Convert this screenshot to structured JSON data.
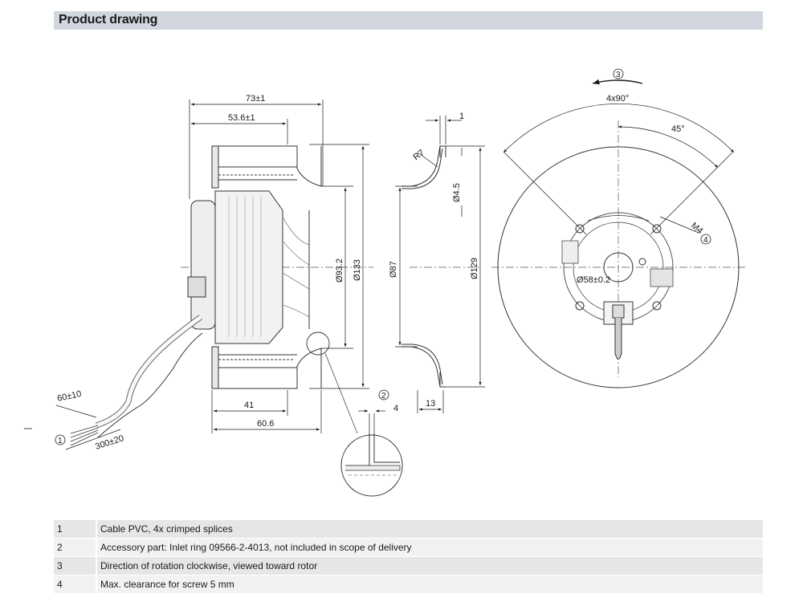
{
  "header": {
    "title": "Product drawing"
  },
  "drawing": {
    "dims": {
      "d73": "73±1",
      "d53_6": "53.6±1",
      "d41": "41",
      "d60_6": "60.6",
      "d93_2": "Ø93.2",
      "d133": "Ø133",
      "d87": "Ø87",
      "d129": "Ø129",
      "d1": "1",
      "r7": "R7",
      "d4_5": "Ø4.5",
      "d13": "13",
      "d4": "4",
      "d60_10": "60±10",
      "d300_20": "300±20",
      "ang4x90": "4x90°",
      "ang45": "45°",
      "m4": "M4",
      "d58": "Ø58±0.2"
    },
    "callouts": {
      "c1": "1",
      "c2": "2",
      "c3": "3",
      "c4": "4"
    }
  },
  "notes": [
    {
      "num": "1",
      "text": "Cable PVC, 4x crimped splices"
    },
    {
      "num": "2",
      "text": "Accessory part: Inlet ring 09566-2-4013, not included in scope of delivery"
    },
    {
      "num": "3",
      "text": "Direction of rotation clockwise, viewed toward rotor"
    },
    {
      "num": "4",
      "text": "Max. clearance for screw 5 mm"
    }
  ]
}
